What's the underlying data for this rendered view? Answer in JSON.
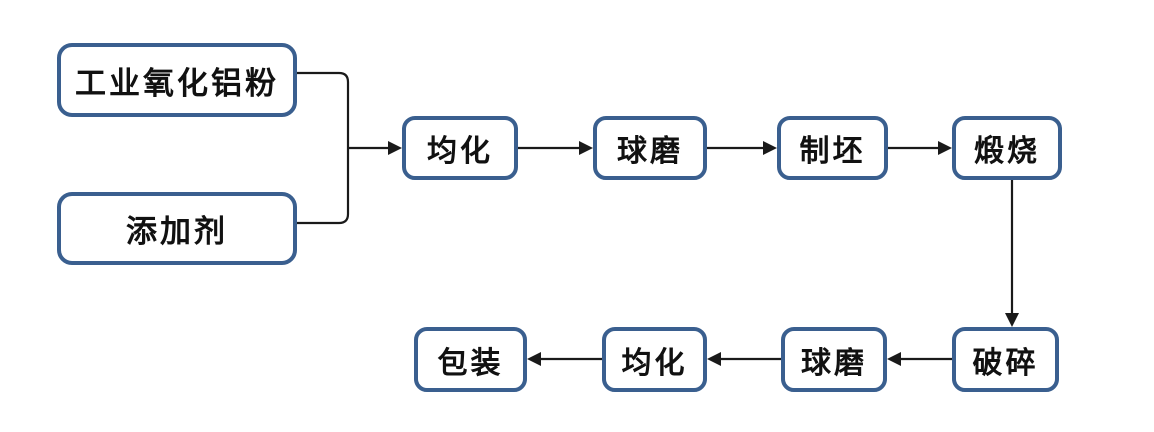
{
  "diagram": {
    "type": "flowchart",
    "language": "zh-CN",
    "colors": {
      "box_border": "#3A5F8F",
      "box_fill": "#FFFFFF",
      "line": "#1A1A1A",
      "text": "#111111",
      "bg": "#FFFFFF"
    },
    "boxes": [
      {
        "id": "industrial-alumina-powder",
        "label": "工业氧化铝粉"
      },
      {
        "id": "additive",
        "label": "添加剂"
      },
      {
        "id": "homogenization-1",
        "label": "均化"
      },
      {
        "id": "ball-milling-1",
        "label": "球磨"
      },
      {
        "id": "blank-forming",
        "label": "制坯"
      },
      {
        "id": "calcination",
        "label": "煅烧"
      },
      {
        "id": "crushing",
        "label": "破碎"
      },
      {
        "id": "ball-milling-2",
        "label": "球磨"
      },
      {
        "id": "homogenization-2",
        "label": "均化"
      },
      {
        "id": "packaging",
        "label": "包装"
      }
    ],
    "edges": [
      {
        "from": "industrial-alumina-powder",
        "to": "homogenization-1",
        "via": "merge-bracket"
      },
      {
        "from": "additive",
        "to": "homogenization-1",
        "via": "merge-bracket"
      },
      {
        "from": "homogenization-1",
        "to": "ball-milling-1"
      },
      {
        "from": "ball-milling-1",
        "to": "blank-forming"
      },
      {
        "from": "blank-forming",
        "to": "calcination"
      },
      {
        "from": "calcination",
        "to": "crushing"
      },
      {
        "from": "crushing",
        "to": "ball-milling-2"
      },
      {
        "from": "ball-milling-2",
        "to": "homogenization-2"
      },
      {
        "from": "homogenization-2",
        "to": "packaging"
      }
    ]
  }
}
